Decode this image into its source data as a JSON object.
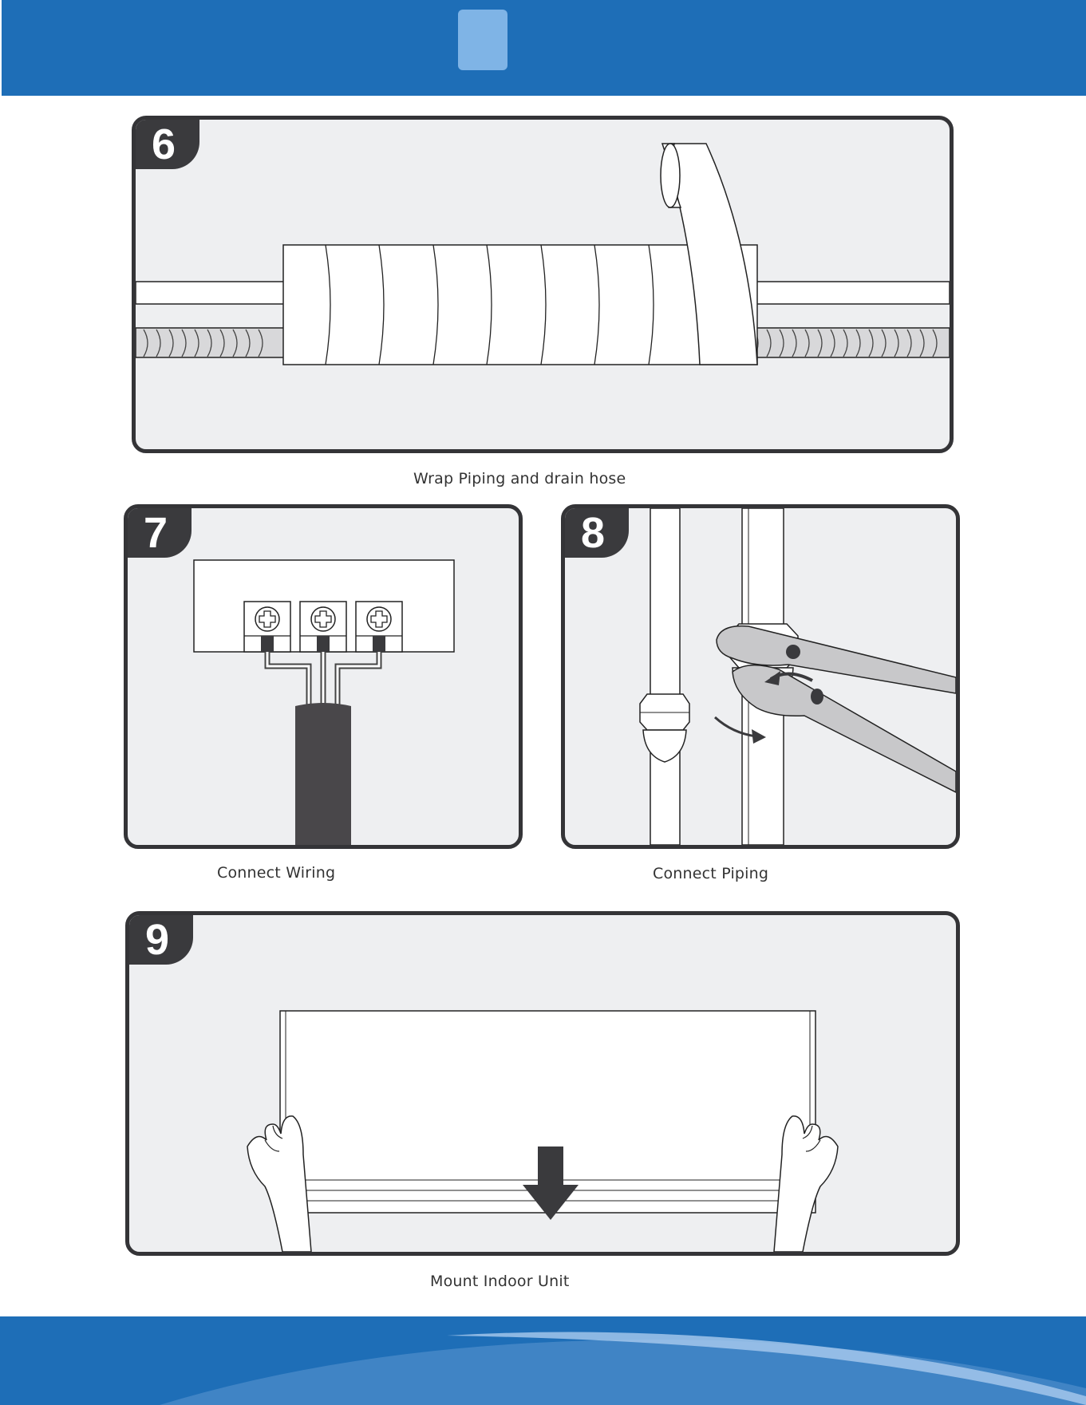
{
  "colors": {
    "brand_blue": "#1e6eb7",
    "tab_blue": "#7fb4e6",
    "panel_bg": "#eeeff1",
    "dark": "#3a3a3d"
  },
  "steps": [
    {
      "number": "6",
      "caption": "Wrap Piping and drain hose"
    },
    {
      "number": "7",
      "caption": "Connect Wiring"
    },
    {
      "number": "8",
      "caption": "Connect Piping"
    },
    {
      "number": "9",
      "caption": "Mount Indoor Unit"
    }
  ]
}
